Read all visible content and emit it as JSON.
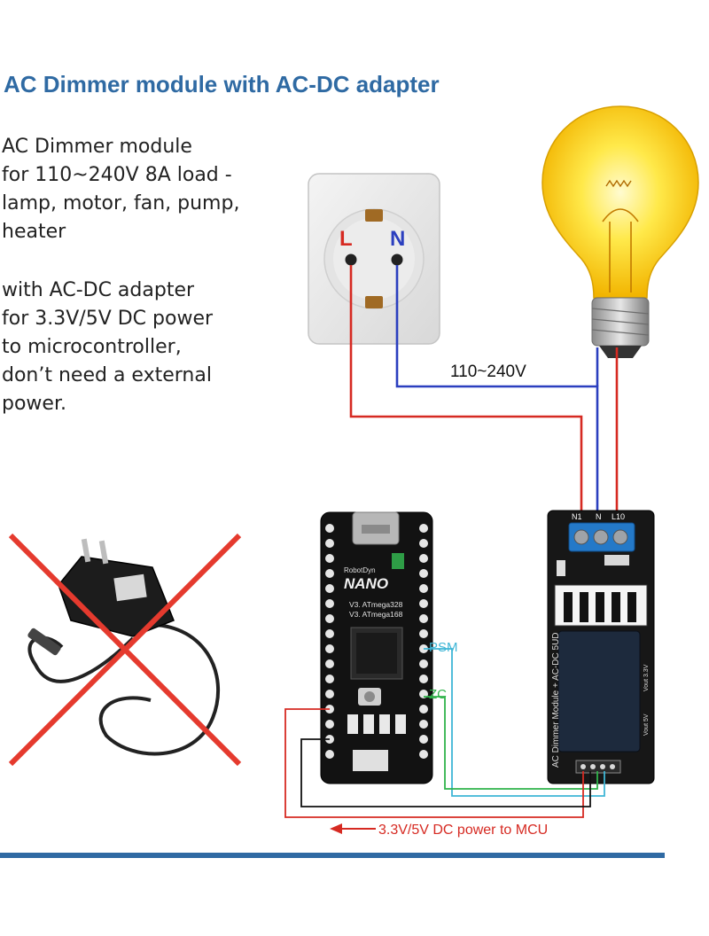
{
  "title": "AC Dimmer module with AC-DC adapter",
  "description_block_1": [
    "AC Dimmer module",
    "for 110~240V 8A load -",
    "lamp, motor, fan, pump,",
    "heater"
  ],
  "description_block_2": [
    "with AC-DC adapter",
    "for 3.3V/5V DC power",
    "to microcontroller,",
    "don’t need a external",
    "power."
  ],
  "socket": {
    "live_label": "L",
    "neutral_label": "N"
  },
  "voltage_label": "110~240V",
  "nano_board": {
    "brand": "RobotDyn",
    "model": "NANO",
    "line1": "V3. ATmega328",
    "line2": "V3. ATmega168"
  },
  "dimmer_module": {
    "terminal_labels": [
      "N1",
      "N",
      "L10"
    ],
    "vertical_label": "AC Dimmer Module + AC-DC 5UD",
    "output_labels": [
      "Vout 3.3V",
      "Vout 5V"
    ]
  },
  "signal_labels": {
    "psm": "PSM",
    "zc": "ZC"
  },
  "power_label": "3.3V/5V DC power to MCU",
  "colors": {
    "title": "#2f6aa3",
    "live_wire": "#d62a22",
    "neutral_wire": "#2b3fbf",
    "psm_wire": "#3fb6d6",
    "zc_wire": "#2fb34a",
    "cross": "#e53a2e"
  }
}
